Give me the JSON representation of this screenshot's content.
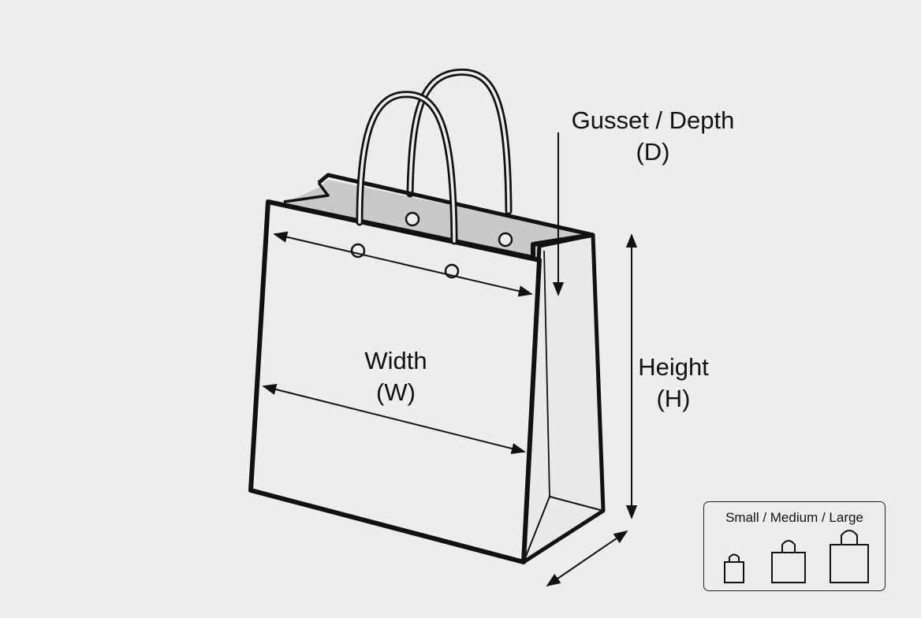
{
  "labels": {
    "gusset_line1": "Gusset / Depth",
    "gusset_line2": "(D)",
    "width_line1": "Width",
    "width_line2": "(W)",
    "height_line1": "Height",
    "height_line2": "(H)"
  },
  "legend": {
    "title": "Small / Medium / Large",
    "sizes": [
      "small-bag-icon",
      "medium-bag-icon",
      "large-bag-icon"
    ]
  },
  "colors": {
    "background": "#ededed",
    "line": "#111111",
    "interior": "#c9c9c9",
    "bag_face": "#ededed"
  }
}
